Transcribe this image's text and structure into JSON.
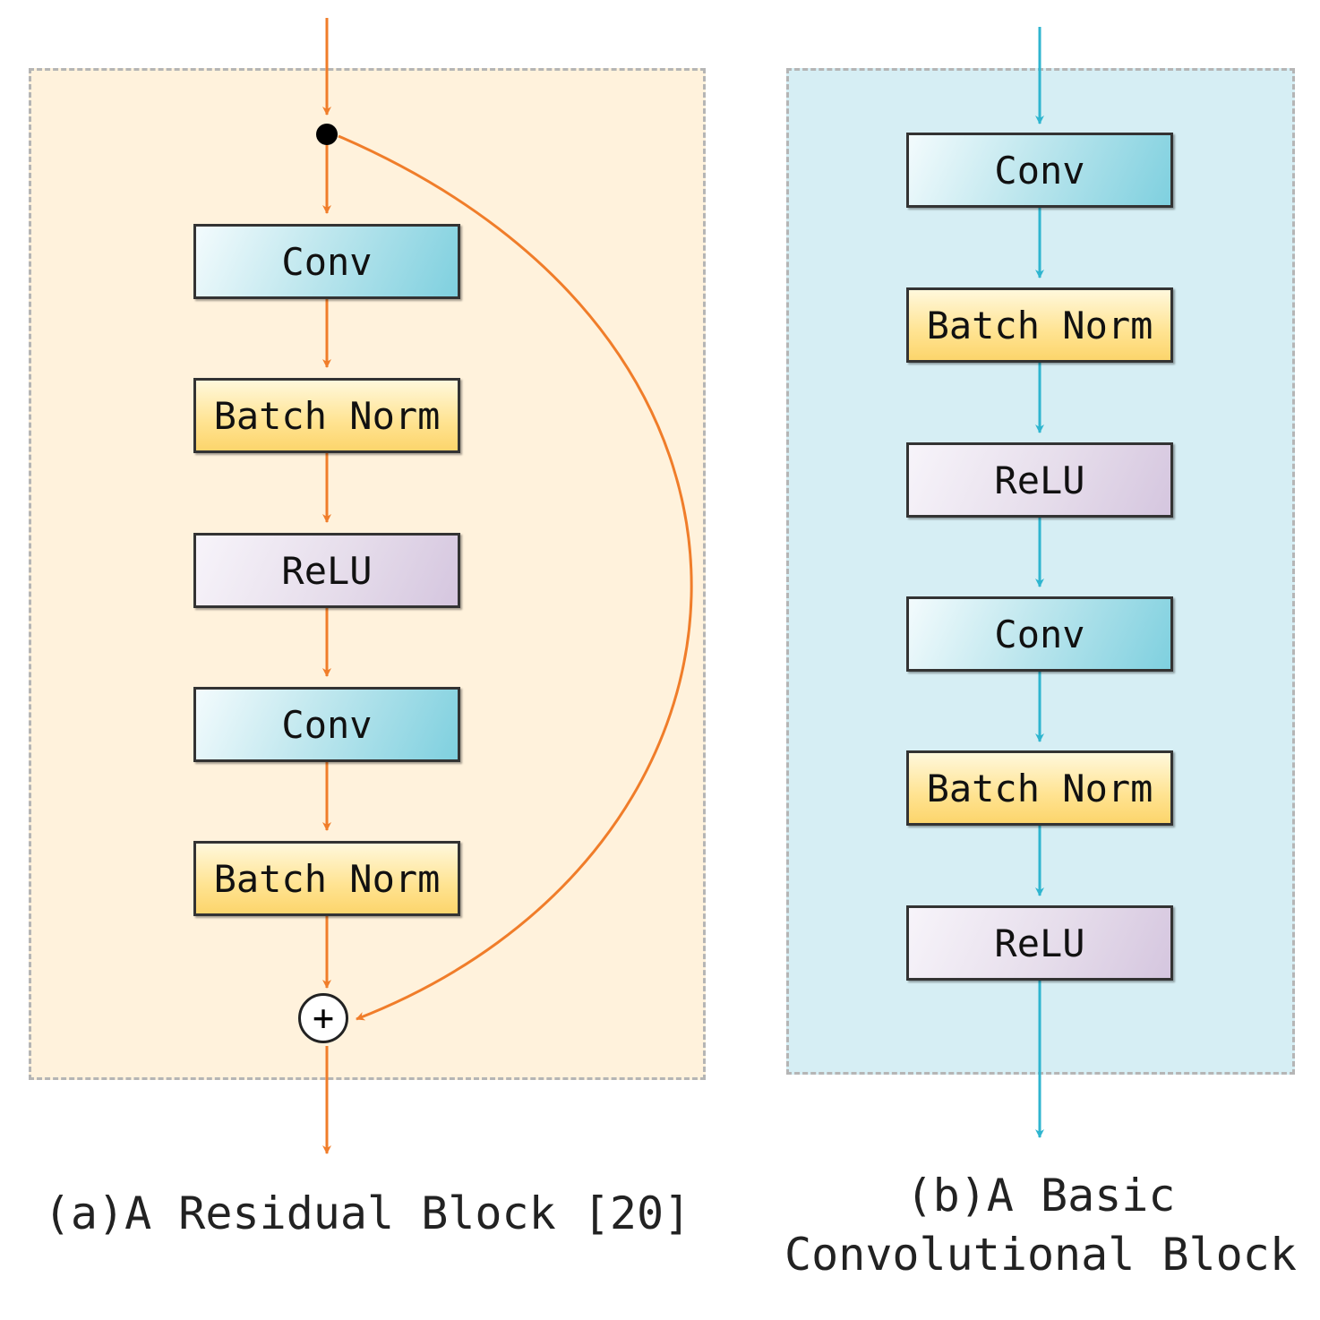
{
  "colors": {
    "residual_arrow": "#f07d2a",
    "basic_arrow": "#2fb5cf",
    "panel_a_bg": "#fff2dc",
    "panel_b_bg": "#d6eef4",
    "panel_border": "#b5b5b5"
  },
  "residual_block": {
    "caption": "(a)A Residual Block [20]",
    "layers": [
      "Conv",
      "Batch Norm",
      "ReLU",
      "Conv",
      "Batch Norm"
    ],
    "sum_symbol": "+"
  },
  "basic_block": {
    "caption_line1": "(b)A Basic",
    "caption_line2": "Convolutional Block",
    "layers": [
      "Conv",
      "Batch Norm",
      "ReLU",
      "Conv",
      "Batch Norm",
      "ReLU"
    ]
  }
}
